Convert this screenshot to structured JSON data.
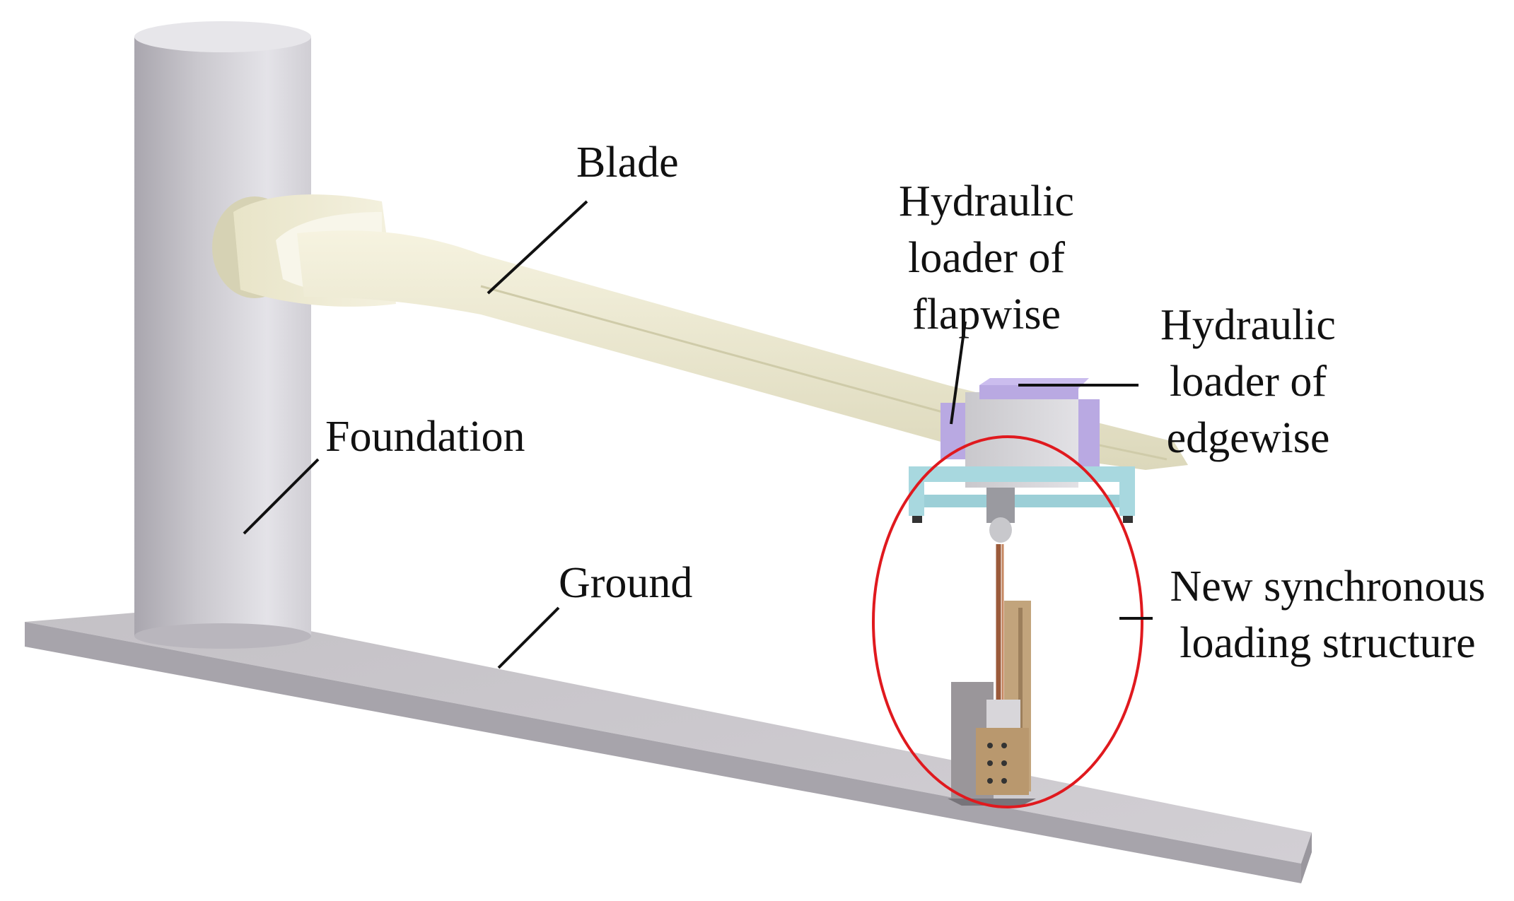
{
  "labels": {
    "blade": "Blade",
    "foundation": "Foundation",
    "ground": "Ground",
    "flapwise_loader": [
      "Hydraulic",
      "loader of",
      "flapwise"
    ],
    "edgewise_loader": [
      "Hydraulic",
      "loader of",
      "edgewise"
    ],
    "synchronous_structure": [
      "New synchronous",
      "loading structure"
    ]
  },
  "colors": {
    "ground": "#c9c6cb",
    "foundation": "#c7c5cc",
    "blade": "#eeead2",
    "loader": "#b9a9e2",
    "frame": "#a8d8df",
    "highlight": "#e0191e"
  }
}
